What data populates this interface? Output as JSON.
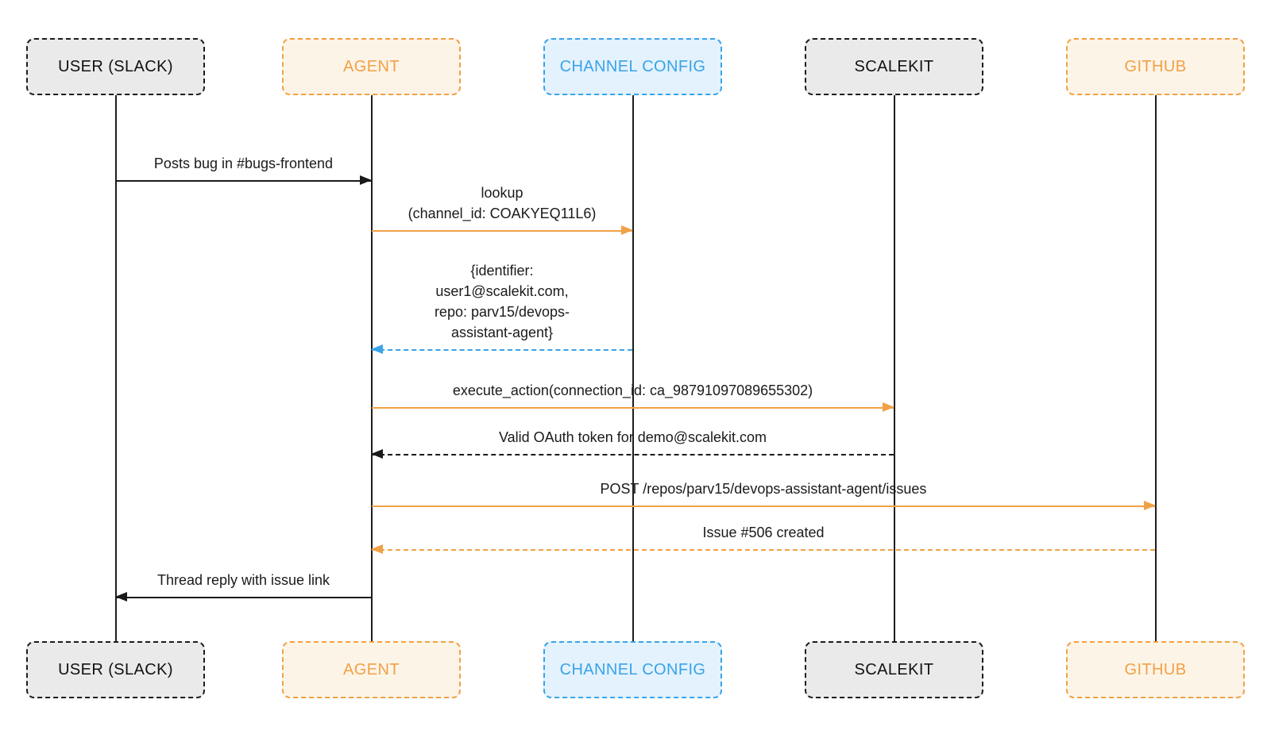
{
  "diagram": {
    "type": "sequence-diagram",
    "colors": {
      "orange": "#f1a145",
      "orange_bg": "#fdf4e8",
      "blue": "#3aa3e9",
      "blue_bg": "#e3f2fd",
      "gray_bg": "#eaeaea",
      "black": "#1a1a1a"
    }
  },
  "actors": [
    {
      "id": "user-slack",
      "label": "USER (SLACK)",
      "style": "gray"
    },
    {
      "id": "agent",
      "label": "AGENT",
      "style": "orange"
    },
    {
      "id": "channel-config",
      "label": "CHANNEL CONFIG",
      "style": "blue"
    },
    {
      "id": "scalekit",
      "label": "SCALEKIT",
      "style": "gray"
    },
    {
      "id": "github",
      "label": "GITHUB",
      "style": "orange"
    }
  ],
  "messages": [
    {
      "from": "USER (SLACK)",
      "to": "AGENT",
      "label": "Posts bug in #bugs-frontend",
      "line_style": "solid",
      "color": "black",
      "direction": "right"
    },
    {
      "from": "AGENT",
      "to": "CHANNEL CONFIG",
      "label": "lookup\n(channel_id: COAKYEQ11L6)",
      "line_style": "solid",
      "color": "orange",
      "direction": "right"
    },
    {
      "from": "CHANNEL CONFIG",
      "to": "AGENT",
      "label": "{identifier:\nuser1@scalekit.com,\nrepo: parv15/devops-\nassistant-agent}",
      "line_style": "dashed",
      "color": "blue",
      "direction": "left"
    },
    {
      "from": "AGENT",
      "to": "SCALEKIT",
      "label": "execute_action(connection_id: ca_98791097089655302)",
      "line_style": "solid",
      "color": "orange",
      "direction": "right"
    },
    {
      "from": "SCALEKIT",
      "to": "AGENT",
      "label": "Valid OAuth token for demo@scalekit.com",
      "line_style": "dashed",
      "color": "black",
      "direction": "left"
    },
    {
      "from": "AGENT",
      "to": "GITHUB",
      "label": "POST /repos/parv15/devops-assistant-agent/issues",
      "line_style": "solid",
      "color": "orange",
      "direction": "right"
    },
    {
      "from": "GITHUB",
      "to": "AGENT",
      "label": "Issue #506 created",
      "line_style": "dashed",
      "color": "orange",
      "direction": "left"
    },
    {
      "from": "AGENT",
      "to": "USER (SLACK)",
      "label": "Thread reply with issue link",
      "line_style": "solid",
      "color": "black",
      "direction": "left"
    }
  ]
}
